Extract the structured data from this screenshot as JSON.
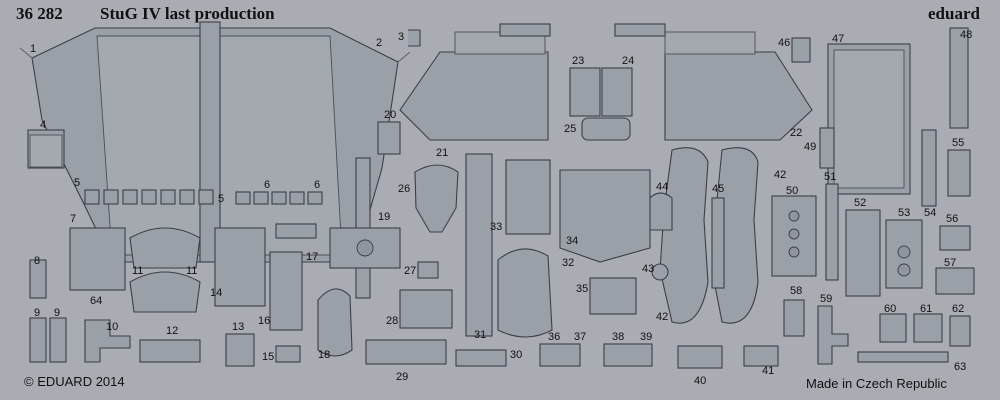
{
  "header": {
    "catalog_number": "36 282",
    "title": "StuG IV last production",
    "brand": "eduard"
  },
  "footer": {
    "copyright": "© EDUARD 2014",
    "origin": "Made in Czech Republic"
  },
  "labels": {
    "p1": "1",
    "p2": "2",
    "p3": "3",
    "p4": "4",
    "p5a": "5",
    "p5b": "5",
    "p6a": "6",
    "p6b": "6",
    "p7": "7",
    "p8": "8",
    "p9a": "9",
    "p9b": "9",
    "p10": "10",
    "p11a": "11",
    "p11b": "11",
    "p12": "12",
    "p13": "13",
    "p14": "14",
    "p15": "15",
    "p16": "16",
    "p17": "17",
    "p18": "18",
    "p19": "19",
    "p20": "20",
    "p21": "21",
    "p22": "22",
    "p23": "23",
    "p24": "24",
    "p25": "25",
    "p26": "26",
    "p27": "27",
    "p28": "28",
    "p29": "29",
    "p30": "30",
    "p31": "31",
    "p32": "32",
    "p33": "33",
    "p34": "34",
    "p35": "35",
    "p36": "36",
    "p37": "37",
    "p38": "38",
    "p39": "39",
    "p40": "40",
    "p41": "41",
    "p42a": "42",
    "p42b": "42",
    "p43": "43",
    "p44": "44",
    "p45": "45",
    "p46": "46",
    "p47": "47",
    "p48": "48",
    "p49": "49",
    "p50": "50",
    "p51": "51",
    "p52": "52",
    "p53": "53",
    "p54": "54",
    "p55": "55",
    "p56": "56",
    "p57": "57",
    "p58": "58",
    "p59": "59",
    "p60": "60",
    "p61": "61",
    "p62": "62",
    "p63": "63",
    "p64": "64"
  }
}
